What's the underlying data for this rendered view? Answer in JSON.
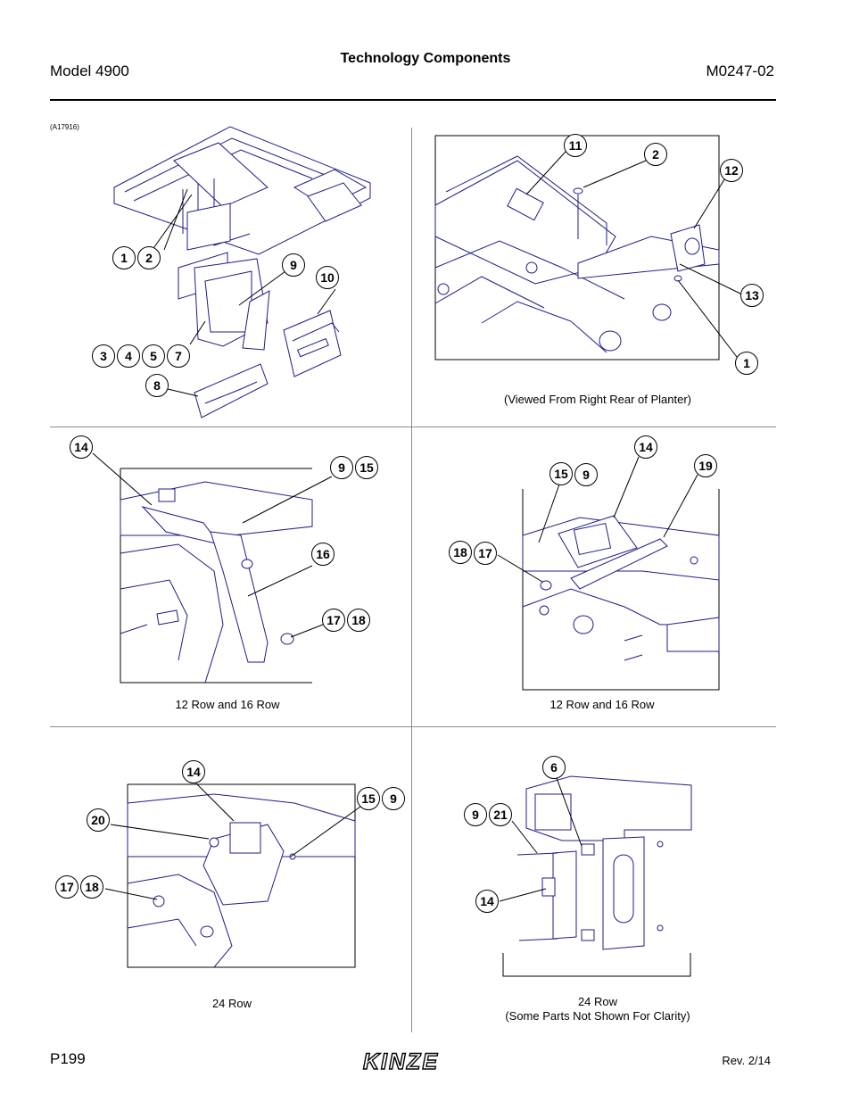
{
  "header": {
    "model": "Model 4900",
    "title": "Technology Components",
    "doc_number": "M0247-02"
  },
  "figure_code": "(A17916)",
  "panels": {
    "top_right_caption": "(Viewed From Right Rear of Planter)",
    "mid_left_caption": "12 Row and 16 Row",
    "mid_right_caption": "12 Row and 16 Row",
    "bottom_left_caption": "24 Row",
    "bottom_right_caption_line1": "24 Row",
    "bottom_right_caption_line2": "(Some Parts Not Shown For Clarity)"
  },
  "callouts": {
    "tl": [
      "1",
      "2",
      "9",
      "10",
      "3",
      "4",
      "5",
      "7",
      "8"
    ],
    "tr": [
      "11",
      "2",
      "12",
      "13",
      "1"
    ],
    "ml": [
      "14",
      "9",
      "15",
      "16",
      "17",
      "18"
    ],
    "mr": [
      "14",
      "19",
      "15",
      "9",
      "18",
      "17"
    ],
    "bl": [
      "14",
      "15",
      "9",
      "20",
      "17",
      "18"
    ],
    "br": [
      "6",
      "9",
      "21",
      "14"
    ]
  },
  "footer": {
    "page": "P199",
    "revision": "Rev. 2/14",
    "logo_text": "KINZE"
  },
  "colors": {
    "line_art": "#1d1d8a",
    "leader": "#000000",
    "divider": "#8c8c8c"
  }
}
